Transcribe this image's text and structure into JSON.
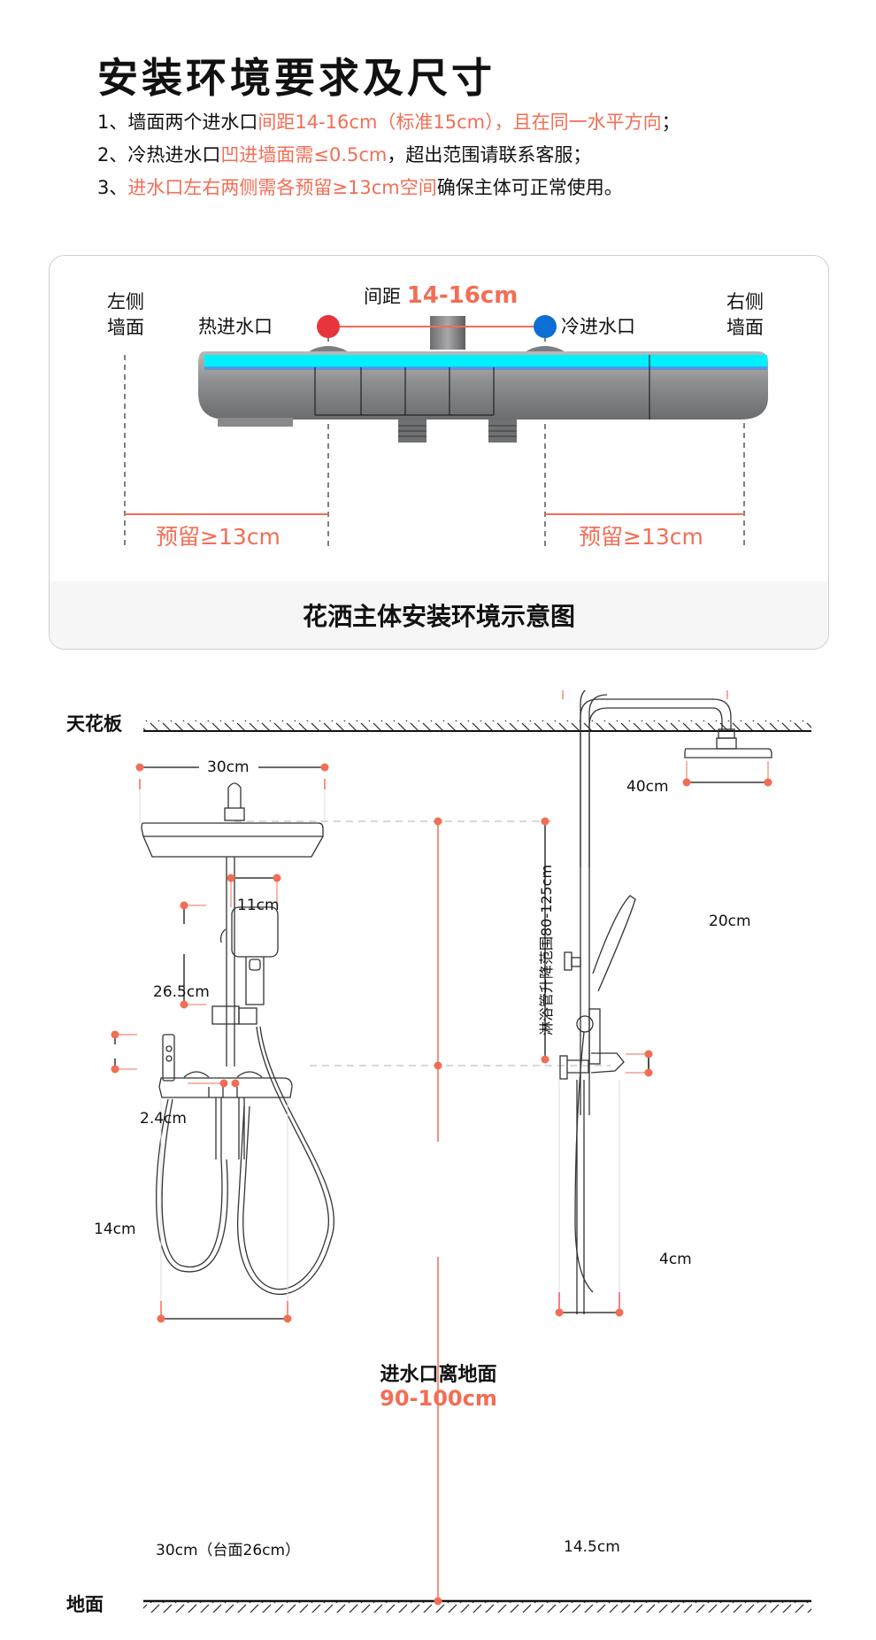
{
  "page": {
    "title": "安装环境要求及尺寸",
    "requirements": [
      {
        "num": "1、",
        "parts": [
          {
            "text": "墙面两个进水口",
            "hl": false
          },
          {
            "text": "间距14-16cm（标准15cm），且在同一水平方向",
            "hl": true
          },
          {
            "text": "；",
            "hl": false
          }
        ]
      },
      {
        "num": "2、",
        "parts": [
          {
            "text": "冷热进水口",
            "hl": false
          },
          {
            "text": "凹进墙面需≤0.5cm",
            "hl": true
          },
          {
            "text": "，超出范围请联系客服；",
            "hl": false
          }
        ]
      },
      {
        "num": "3、",
        "parts": [
          {
            "text": "进水口左右两侧需各预留≥13cm空间",
            "hl": true
          },
          {
            "text": "确保主体可正常使用。",
            "hl": false
          }
        ]
      }
    ]
  },
  "install_card": {
    "left_wall": [
      "左侧",
      "墙面"
    ],
    "right_wall": [
      "右侧",
      "墙面"
    ],
    "hot_inlet": "热进水口",
    "cold_inlet": "冷进水口",
    "spacing_label": "间距",
    "spacing_value": "14-16cm",
    "left_reserve": "预留≥13cm",
    "right_reserve": "预留≥13cm",
    "footer": "花洒主体安装环境示意图",
    "colors": {
      "hot": "#e8343d",
      "cold": "#0d6fd3",
      "accent": "#f36d55",
      "led": "#00f0ff"
    }
  },
  "dimension_drawing": {
    "ceiling": "天花板",
    "floor": "地面",
    "front": {
      "top_shower_width": "30cm",
      "hand_shower_width": "11cm",
      "hand_shower_height": "26.5cm",
      "pipe_diameter": "2.4cm",
      "spout_height": "14cm",
      "base_width": "30cm（台面26cm）"
    },
    "inlet_height_label": "进水口离地面",
    "inlet_height_value": "90-100cm",
    "side": {
      "arm_length": "40cm",
      "head_diameter": "20cm",
      "lift_range": "淋浴管升降范围80-125cm",
      "shelf_thickness": "4cm",
      "base_depth": "14.5cm"
    }
  }
}
